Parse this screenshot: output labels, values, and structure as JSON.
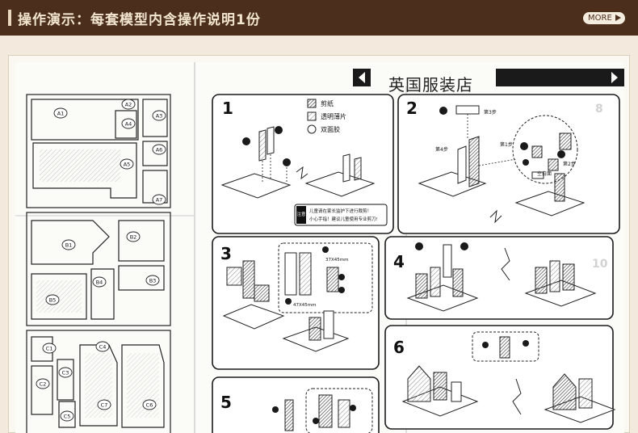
{
  "header": {
    "title": "操作演示：每套模型内含操作说明1份",
    "more_label": "MORE",
    "bg_color": "#4b2e1c",
    "text_color": "#f2e6cf"
  },
  "sheet": {
    "shop_title": "英国服装店",
    "legend": {
      "cardboard": "剪纸",
      "clear_film": "透明薄片",
      "tape": "双面胶"
    },
    "notice": {
      "badge": "注意",
      "line1": "儿童请在家长监护下进行裁剪！",
      "line2": "小心手指！建议儿童使用专业剪刀!"
    },
    "steps": [
      "1",
      "2",
      "3",
      "4",
      "5",
      "6"
    ],
    "step2_labels": {
      "step3": "第3步",
      "step4": "第4步",
      "step1": "第1步",
      "step2": "第2步",
      "blank_face": "空白面"
    },
    "step3_dims": {
      "top": "37X45mm",
      "bottom": "47X45mm"
    },
    "part_labels": {
      "a1": "A1",
      "a2": "A2",
      "a3": "A3",
      "a4": "A4",
      "a5": "A5",
      "a6": "A6",
      "a7": "A7",
      "b1": "B1",
      "b2": "B2",
      "b3": "B3",
      "b4": "B4",
      "b5": "B5",
      "c1": "C1",
      "c2": "C2",
      "c3": "C3",
      "c4": "C4",
      "c5": "C5",
      "c6": "C6",
      "c7": "C7"
    },
    "bleed_numbers": {
      "eight": "8",
      "ten": "10"
    }
  }
}
